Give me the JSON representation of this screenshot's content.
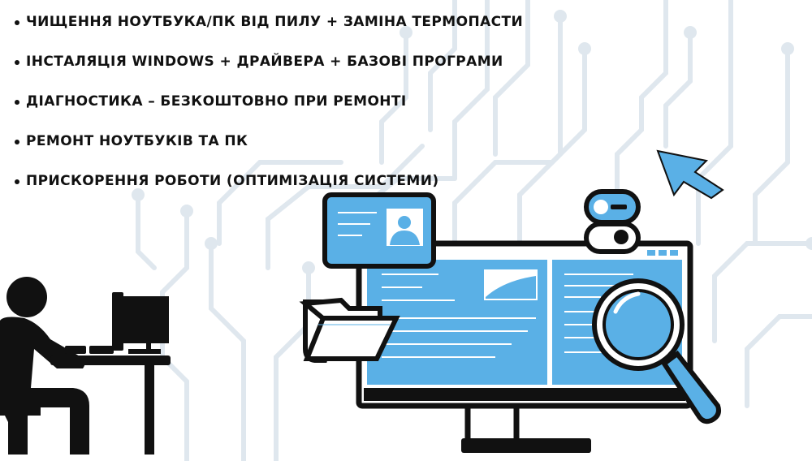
{
  "services": [
    {
      "label": "ЧИЩЕННЯ НОУТБУКА/ПК ВІД ПИЛУ + ЗАМІНА ТЕРМОПАСТИ"
    },
    {
      "label": "ІНСТАЛЯЦІЯ WINDOWS + ДРАЙВЕРА + БАЗОВІ ПРОГРАМИ"
    },
    {
      "label": "ДІАГНОСТИКА – БЕЗКОШТОВНО ПРИ РЕМОНТІ"
    },
    {
      "label": "РЕМОНТ НОУТБУКІВ ТА ПК"
    },
    {
      "label": "ПРИСКОРЕННЯ РОБОТИ (ОПТИМІЗАЦІЯ СИСТЕМИ)"
    }
  ],
  "colors": {
    "accent_blue": "#5ab0e6",
    "ink": "#111111",
    "circuit": "#dfe7ee"
  },
  "icons": [
    "circuit-lines",
    "person-at-computer-icon",
    "monitor-icon",
    "profile-card-icon",
    "toggle-switch-icon",
    "folder-icon",
    "magnifier-icon",
    "cursor-arrow-icon"
  ]
}
